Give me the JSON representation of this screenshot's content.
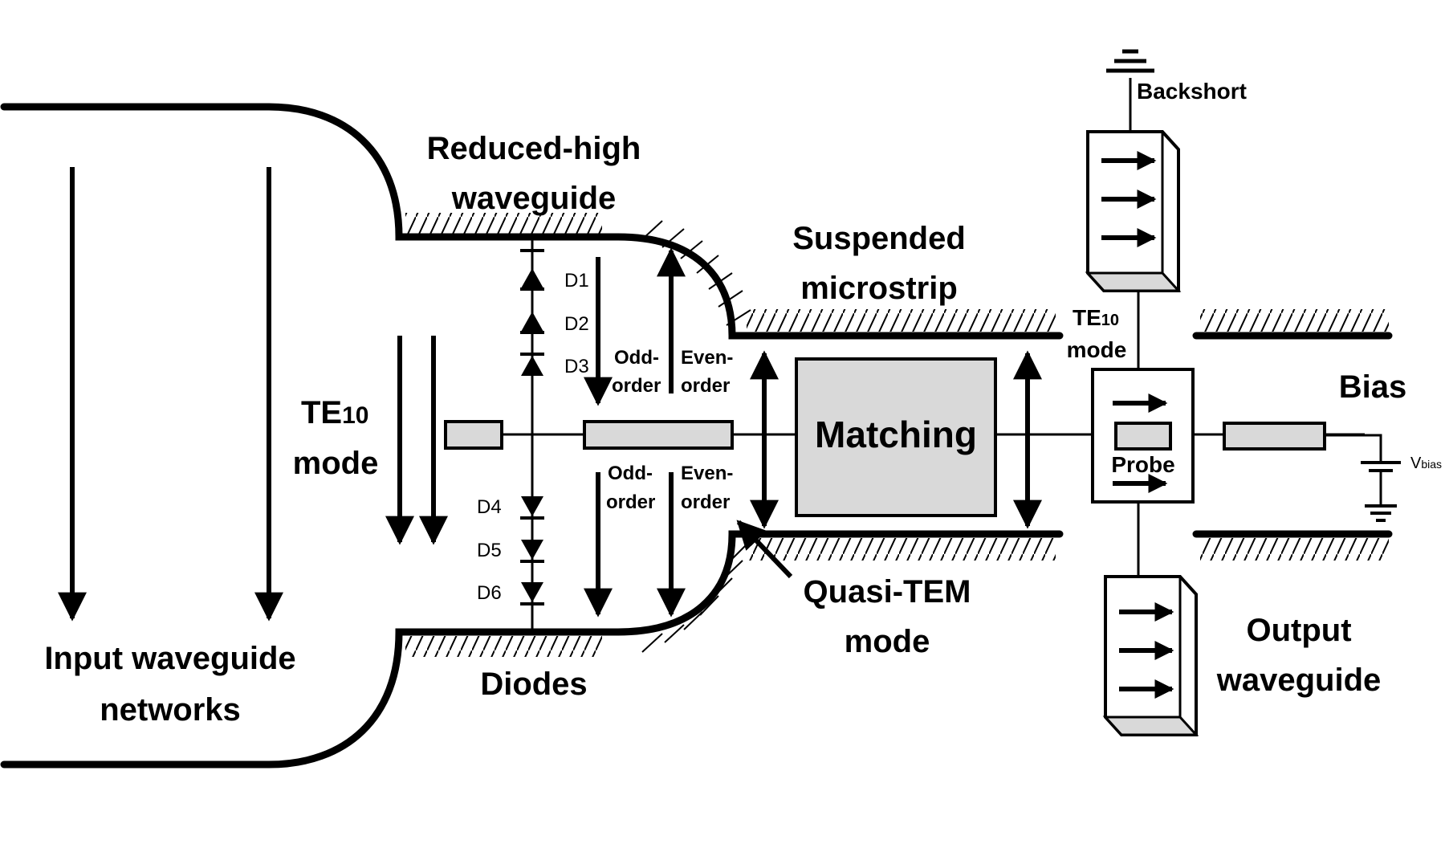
{
  "labels": {
    "input_waveguide": [
      "Input waveguide",
      "networks"
    ],
    "te10_left": {
      "main": "TE",
      "sub": "10",
      "line2": "mode"
    },
    "reduced_high": [
      "Reduced-high",
      "waveguide"
    ],
    "diodes": "Diodes",
    "diode_names": [
      "D1",
      "D2",
      "D3",
      "D4",
      "D5",
      "D6"
    ],
    "odd_order_top": [
      "Odd-",
      "order"
    ],
    "even_order_top": [
      "Even-",
      "order"
    ],
    "odd_order_bottom": [
      "Odd-",
      "order"
    ],
    "even_order_bottom": [
      "Even-",
      "order"
    ],
    "suspended_microstrip": [
      "Suspended",
      "microstrip"
    ],
    "matching": "Matching",
    "quasi_tem": [
      "Quasi-TEM",
      "mode"
    ],
    "te10_right": {
      "main": "TE",
      "sub": "10",
      "line2": "mode"
    },
    "backshort": "Backshort",
    "probe": "Probe",
    "bias": "Bias",
    "vbias": {
      "main": "V",
      "sub": "bias"
    },
    "output_waveguide": [
      "Output",
      "waveguide"
    ]
  },
  "icons": [
    "ground-icon",
    "battery-icon",
    "diode-icon",
    "arrow-icon"
  ],
  "colors": {
    "fill_gray": "#d9d9d9",
    "stroke": "#000000"
  }
}
